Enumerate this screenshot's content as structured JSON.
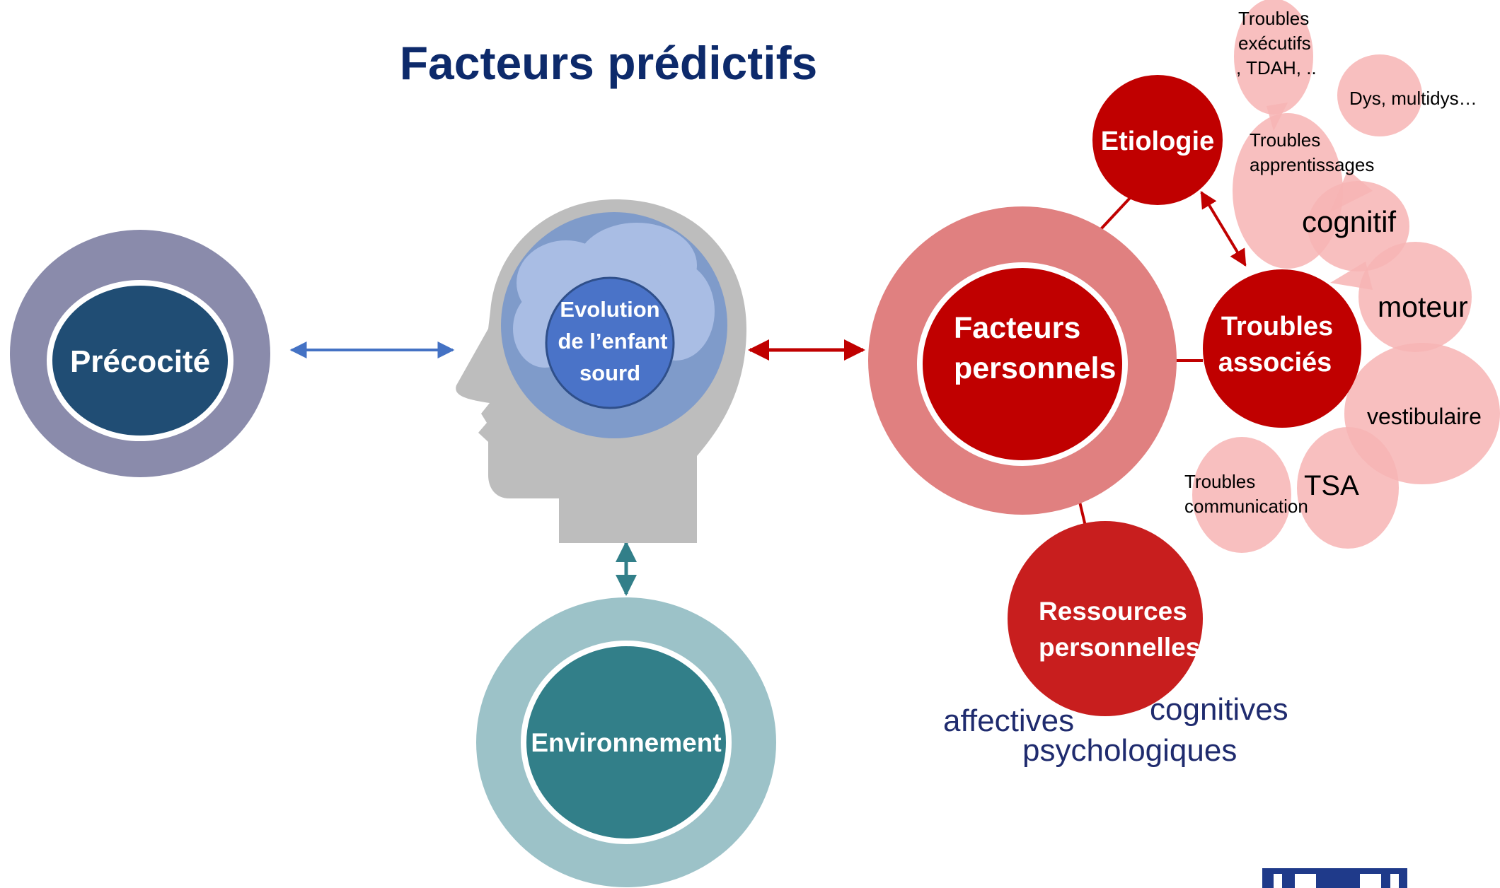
{
  "title": "Facteurs prédictifs",
  "nodes": {
    "precocite": "Précocité",
    "evolution": [
      "Evolution",
      "de l’enfant",
      "sourd"
    ],
    "environnement": "Environnement",
    "facteurs_personnels": [
      "Facteurs",
      "personnels"
    ],
    "etiologie": "Etiologie",
    "troubles_associes": [
      "Troubles",
      "associés"
    ],
    "ressources_personnelles": [
      "Ressources",
      "personnelles"
    ]
  },
  "bubbles": {
    "troubles_executifs": [
      "Troubles",
      "exécutifs",
      ", TDAH, .."
    ],
    "dys": "Dys, multidys…",
    "troubles_apprentissages": [
      "Troubles",
      "apprentissages"
    ],
    "cognitif": "cognitif",
    "moteur": "moteur",
    "vestibulaire": "vestibulaire",
    "tsa": "TSA",
    "troubles_communication": [
      "Troubles",
      "communication"
    ]
  },
  "resources": {
    "affectives": "affectives",
    "cognitives": "cognitives",
    "psychologiques": "psychologiques"
  },
  "colors": {
    "title": "#0d2a6b",
    "precocite_outer": "#8a8bab",
    "precocite_inner": "#204d74",
    "environnement_outer": "#9cc2c8",
    "environnement_inner": "#327f89",
    "head": "#bdbdbd",
    "brain_ring": "#7f9bca",
    "brain_inner": "#4a73c8",
    "red_dark": "#c00000",
    "red_ring": "#e08080",
    "bubble": "#f7b4b4",
    "navy_text": "#1f2b6e",
    "arrow_blue": "#4472c4",
    "arrow_teal": "#327f89"
  }
}
